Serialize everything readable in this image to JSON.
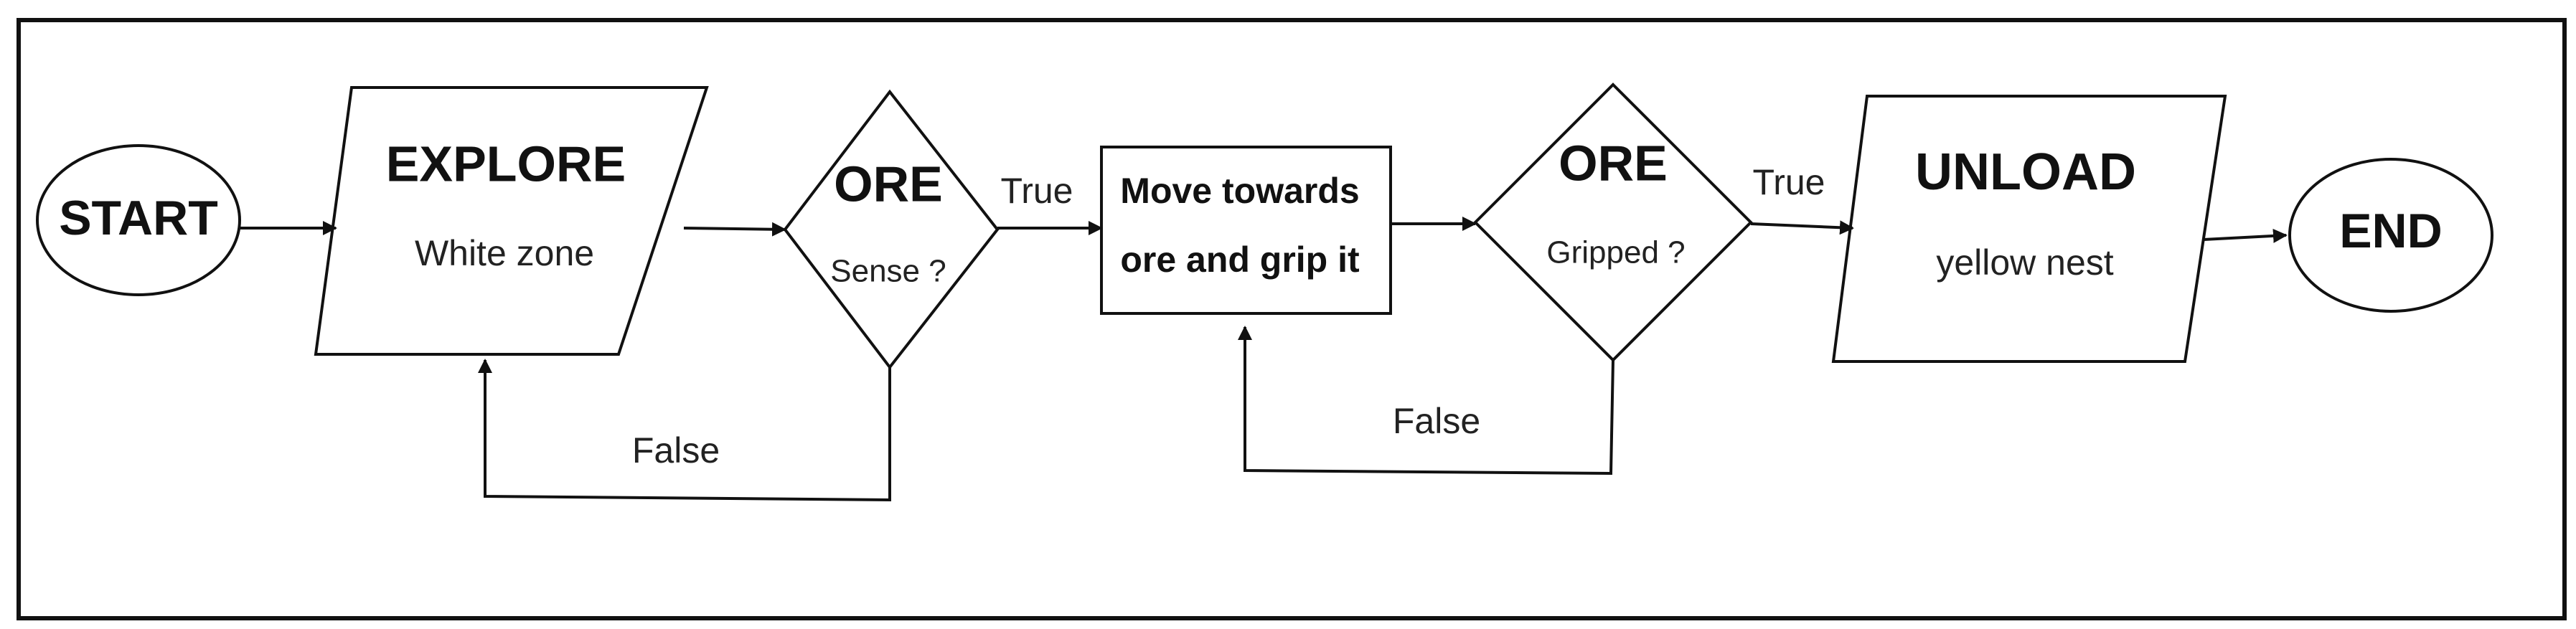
{
  "nodes": {
    "start": {
      "title": "START"
    },
    "explore": {
      "title": "EXPLORE",
      "subtitle": "White zone"
    },
    "ore_sense": {
      "title": "ORE",
      "subtitle": "Sense ?"
    },
    "move": {
      "line1": "Move towards",
      "line2": "ore and grip it"
    },
    "ore_gripped": {
      "title": "ORE",
      "subtitle": "Gripped ?"
    },
    "unload": {
      "title": "UNLOAD",
      "subtitle": "yellow nest"
    },
    "end": {
      "title": "END"
    }
  },
  "edges": {
    "sense_true": "True",
    "sense_false": "False",
    "gripped_true": "True",
    "gripped_false": "False"
  },
  "colors": {
    "stroke": "#111111",
    "fill": "#ffffff",
    "text": "#111111"
  }
}
